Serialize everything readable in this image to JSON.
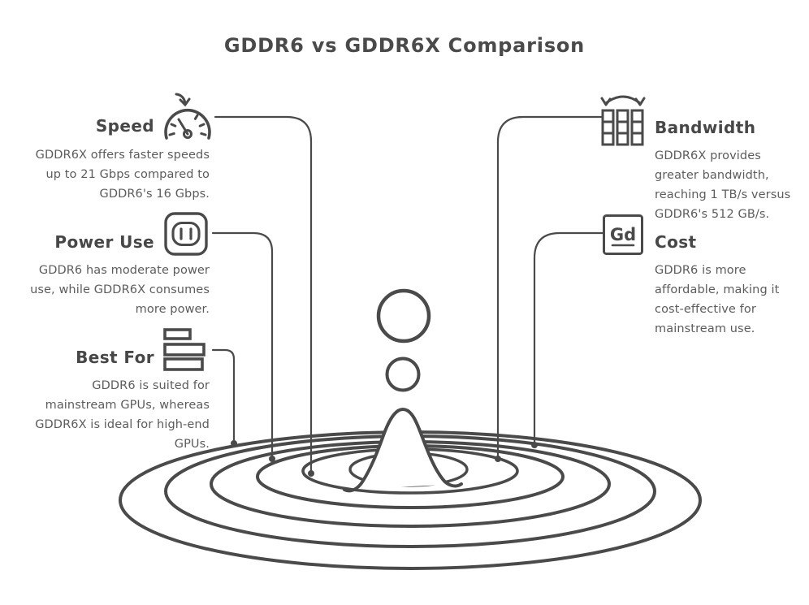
{
  "title": "GDDR6 vs GDDR6X Comparison",
  "colors": {
    "ink": "#4a4a4a",
    "heading_text": "#474747",
    "body_text": "#5c5c5c",
    "background": "#ffffff"
  },
  "sections": {
    "speed": {
      "label": "Speed",
      "icon": "speedometer-icon",
      "description": "GDDR6X offers faster speeds up to 21 Gbps compared to GDDR6's 16 Gbps."
    },
    "power_use": {
      "label": "Power Use",
      "icon": "power-outlet-icon",
      "description": "GDDR6 has moderate power use, while GDDR6X consumes more power."
    },
    "best_for": {
      "label": "Best For",
      "icon": "list-bars-icon",
      "description": "GDDR6 is suited for mainstream GPUs, whereas GDDR6X is ideal for high-end GPUs."
    },
    "bandwidth": {
      "label": "Bandwidth",
      "icon": "memory-banks-icon",
      "description": "GDDR6X provides greater bandwidth, reaching 1 TB/s versus GDDR6's 512 GB/s."
    },
    "cost": {
      "label": "Cost",
      "icon": "gd-price-tag-icon",
      "icon_text": "Gd",
      "description": "GDDR6 is more affordable, making it cost-effective for mainstream use."
    }
  },
  "center_illustration": "water-droplet-splash-with-ripples"
}
